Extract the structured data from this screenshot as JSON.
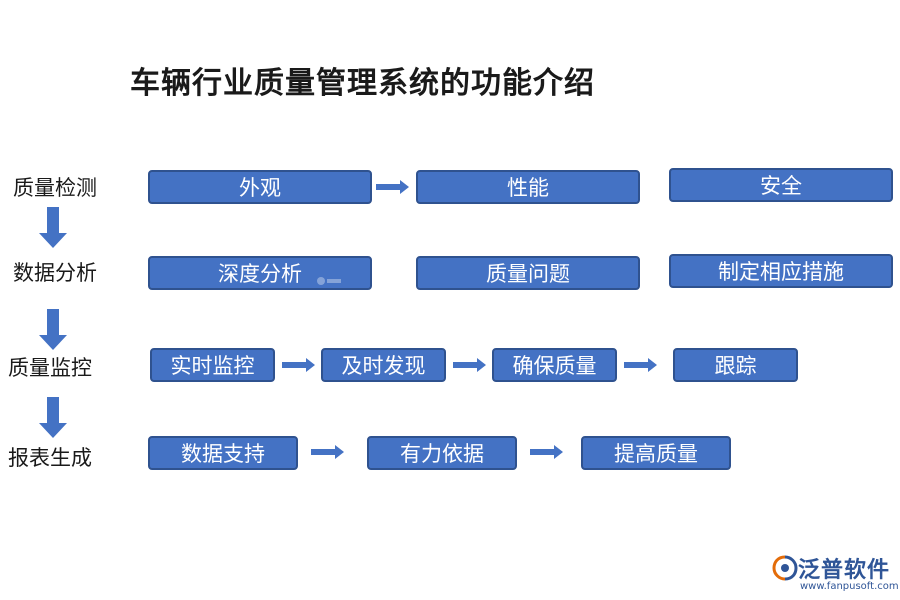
{
  "title": "车辆行业质量管理系统的功能介绍",
  "stages": [
    {
      "label": "质量检测",
      "boxes": [
        "外观",
        "性能",
        "安全"
      ]
    },
    {
      "label": "数据分析",
      "boxes": [
        "深度分析",
        "质量问题",
        "制定相应措施"
      ]
    },
    {
      "label": "质量监控",
      "boxes": [
        "实时监控",
        "及时发现",
        "确保质量",
        "跟踪"
      ]
    },
    {
      "label": "报表生成",
      "boxes": [
        "数据支持",
        "有力依据",
        "提高质量"
      ]
    }
  ],
  "logo": {
    "text": "泛普软件",
    "url": "www.fanpusoft.com",
    "icon": "fanpu-logo-icon"
  },
  "colors": {
    "box_fill": "#4472c4",
    "box_border": "#2f528f",
    "arrow": "#4472c4",
    "logo": "#2f5597"
  }
}
